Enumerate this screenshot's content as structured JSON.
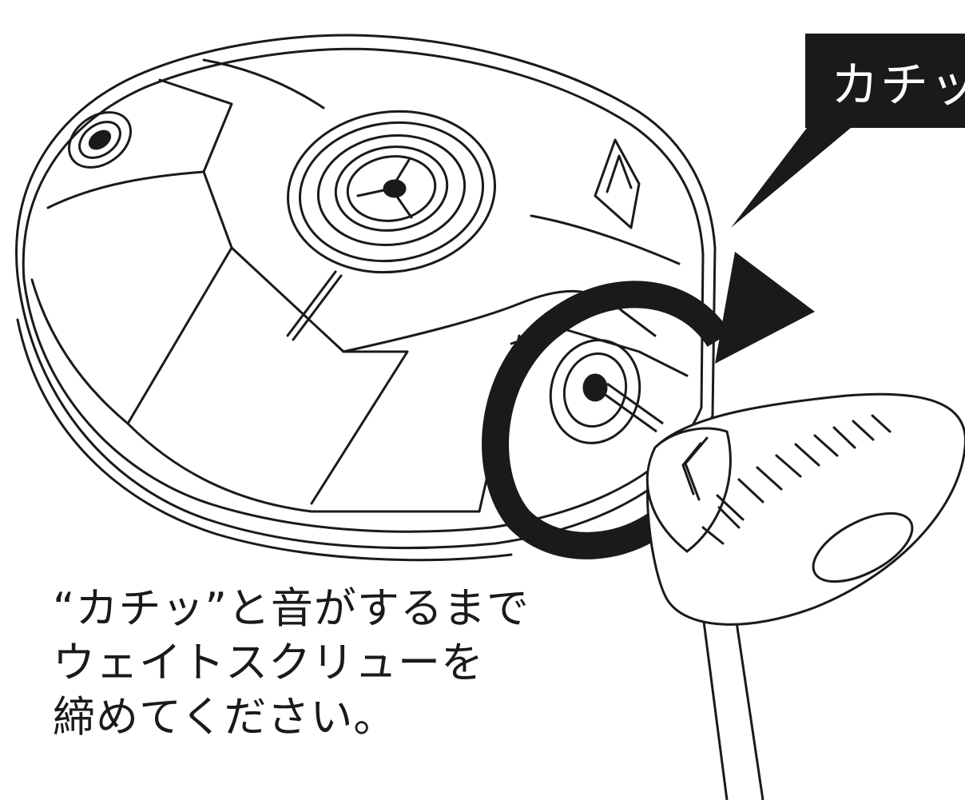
{
  "colors": {
    "ink": "#1a1a1a",
    "paper": "#ffffff"
  },
  "callout": {
    "text": "カチッ"
  },
  "instructions": {
    "lines": [
      "“カチッ”と音がするまで",
      "ウェイトスクリューを",
      "締めてください。"
    ]
  }
}
